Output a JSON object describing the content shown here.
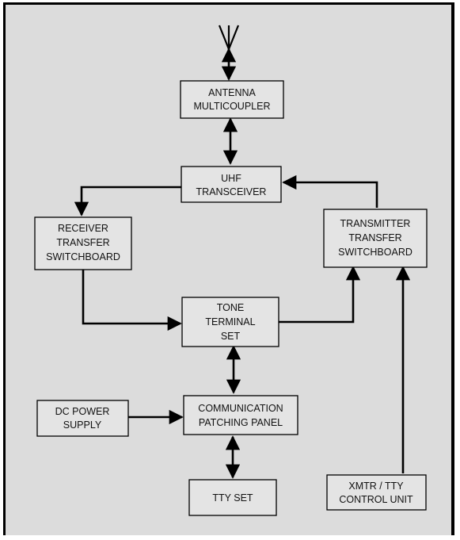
{
  "diagram": {
    "blocks": {
      "antenna_multicoupler": [
        "ANTENNA",
        "MULTICOUPLER"
      ],
      "uhf_transceiver": [
        "UHF",
        "TRANSCEIVER"
      ],
      "receiver_transfer_switchboard": [
        "RECEIVER",
        "TRANSFER",
        "SWITCHBOARD"
      ],
      "transmitter_transfer_switchboard": [
        "TRANSMITTER",
        "TRANSFER",
        "SWITCHBOARD"
      ],
      "tone_terminal_set": [
        "TONE",
        "TERMINAL",
        "SET"
      ],
      "dc_power_supply": [
        "DC POWER",
        "SUPPLY"
      ],
      "communication_patching_panel": [
        "COMMUNICATION",
        "PATCHING PANEL"
      ],
      "tty_set": [
        "TTY SET"
      ],
      "xmtr_tty_control_unit": [
        "XMTR / TTY",
        "CONTROL UNIT"
      ]
    },
    "colors": {
      "background": "#dcdcdc",
      "line": "#000000",
      "box_fill": "#e4e4e4"
    }
  }
}
